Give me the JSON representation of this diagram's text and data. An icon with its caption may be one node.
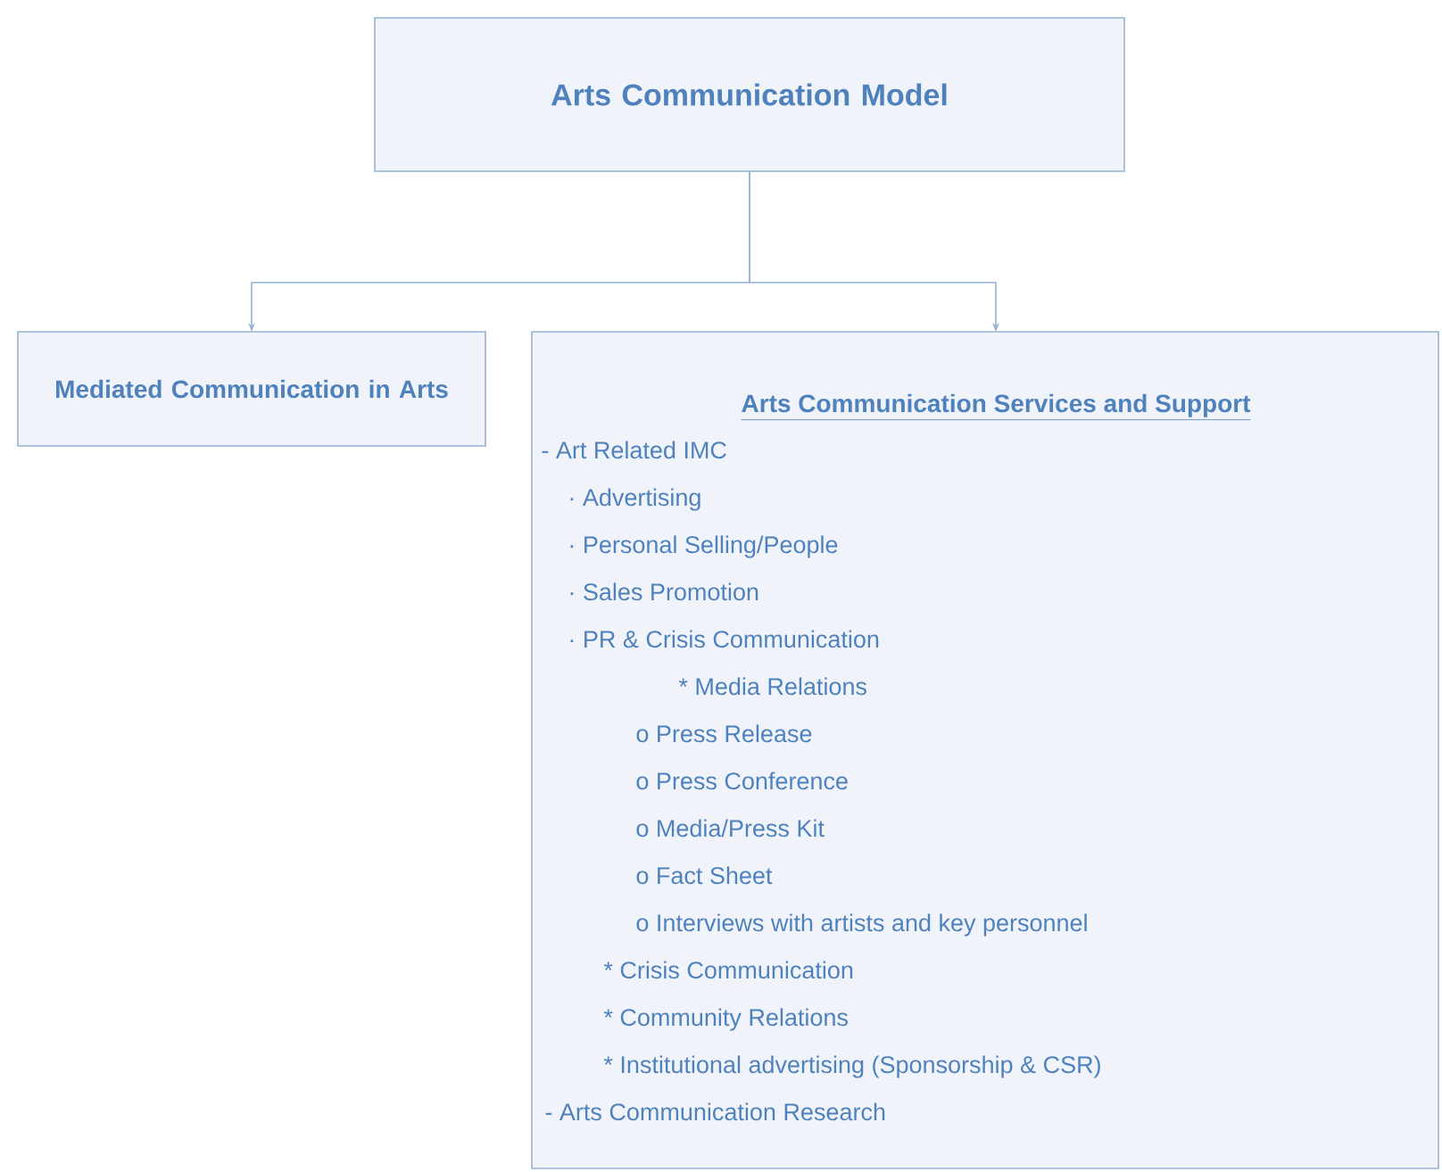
{
  "diagram": {
    "nodes": [
      {
        "text": [
          "Arts Communication Model"
        ]
      },
      {
        "text": [
          "Mediated Communication in Arts"
        ]
      },
      {
        "text": [
          "Arts Communication Services and Support",
          "- Art Related IMC",
          "· Advertising",
          "· Personal Selling/People",
          "· Sales Promotion",
          "· PR & Crisis Communication",
          "* Media Relations",
          "o Press Release",
          "o Press Conference",
          "o Media/Press Kit",
          "o Fact Sheet",
          "o Interviews with artists and key personnel",
          "* Crisis Communication",
          "* Community Relations",
          "* Institutional advertising (Sponsorship & CSR)",
          "- Arts Communication Research"
        ]
      }
    ],
    "edges": [
      {
        "from": 0,
        "to": 1,
        "arrow": "to"
      },
      {
        "from": 0,
        "to": 2,
        "arrow": "to"
      }
    ]
  }
}
